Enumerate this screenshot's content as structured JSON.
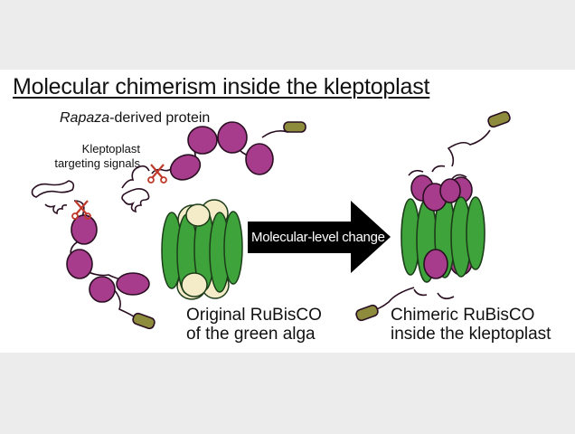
{
  "title": "Molecular chimerism inside the kleptoplast",
  "labels": {
    "rapaza_italic": "Rapaza",
    "rapaza_rest": "-derived protein",
    "targeting_line1": "Kleptoplast",
    "targeting_line2": "targeting signals",
    "arrow_text": "Molecular-level change",
    "original_line1": "Original RuBisCO",
    "original_line2": "of the green alga",
    "chimeric_line1": "Chimeric RuBisCO",
    "chimeric_line2": "inside the kleptoplast"
  },
  "colors": {
    "magenta_subunit": "#a83c8c",
    "green_subunit": "#3da33a",
    "cream_subunit": "#f4ecc8",
    "olive_tag": "#8c8c3c",
    "scissors": "#c0392b",
    "arrow": "#000000"
  },
  "icons": [
    "scissors-icon",
    "scissors-icon",
    "arrow-icon"
  ]
}
